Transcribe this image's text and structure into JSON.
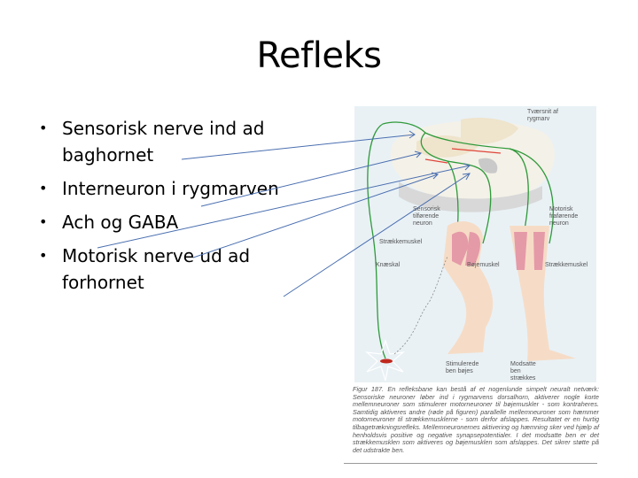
{
  "slide": {
    "title": "Refleks",
    "bullets": [
      {
        "text": "Sensorisk nerve ind ad baghornet"
      },
      {
        "text": "Interneuron i rygmarven"
      },
      {
        "text": "Ach og GABA"
      },
      {
        "text": "Motorisk nerve ud ad forhornet"
      }
    ],
    "bullet_glyph": "•"
  },
  "figure": {
    "labels": {
      "cross_section": "Tværsnit af rygmarv",
      "sensory_neuron": "Sensorisk tilførende neuron",
      "motor_neuron": "Motorisk fraførende neuron",
      "extensor_left": "Strækkemuskel",
      "kneecap": "Knæskal",
      "flexor": "Bøjemuskel",
      "extensor_right": "Strækkemuskel",
      "stimulated_leg": "Stimulerede ben bøjes",
      "opposite_leg": "Modsatte ben strækkes"
    },
    "caption": "Figur 187. En refleksbane kan bestå af et nogenlunde simpelt neuralt netværk: Sensoriske neuroner løber ind i rygmarvens dorsalhorn, aktiverer nogle korte mellemneuroner som stimulerer motorneuroner til bøjemuskler - som kontraheres. Samtidig aktiveres andre (røde på figuren) parallelle mellemneuroner som hæmmer motorneuroner til strækkemusklerne - som derfor afslappes. Resultatet er en hurtig tilbagetrækningsrefleks. Mellemneuronernes aktivering og hæmning sker ved hjælp af henholdsvis positive og negative synapsepotentialer. I det modsatte ben er det strækkemusklen som aktiveres og bøjemusklen som afslappes. Det sikrer støtte på det udstrakte ben.",
    "colors": {
      "panel_bg": "#e9f1f5",
      "excitatory_neuron": "#2f9a3a",
      "inhibitory_neuron": "#e0453a",
      "annotation_arrow": "#4a6fb0",
      "muscle": "#e59aa8",
      "skin": "#f6dcc6"
    }
  }
}
